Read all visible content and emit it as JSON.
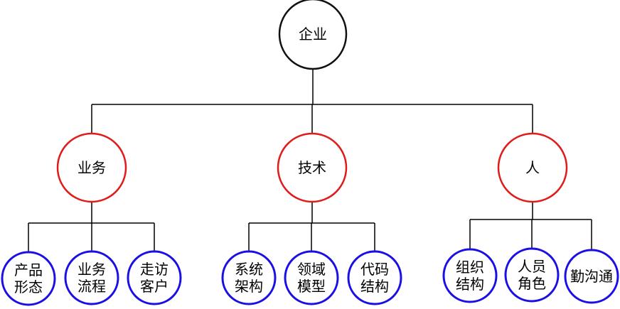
{
  "colors": {
    "root": "#111111",
    "level1": "#e11a1a",
    "level2": "#1a10e6",
    "edge": "#000000",
    "fill": "#ffffff"
  },
  "root": {
    "label": "企业"
  },
  "branches": [
    {
      "label": "业务",
      "children": [
        [
          "产品",
          "形态"
        ],
        [
          "业务",
          "流程"
        ],
        [
          "走访",
          "客户"
        ]
      ]
    },
    {
      "label": "技术",
      "children": [
        [
          "系统",
          "架构"
        ],
        [
          "领域",
          "模型"
        ],
        [
          "代码",
          "结构"
        ]
      ]
    },
    {
      "label": "人",
      "children": [
        [
          "组织",
          "结构"
        ],
        [
          "人员",
          "角色"
        ],
        [
          "勤沟通"
        ]
      ]
    }
  ]
}
